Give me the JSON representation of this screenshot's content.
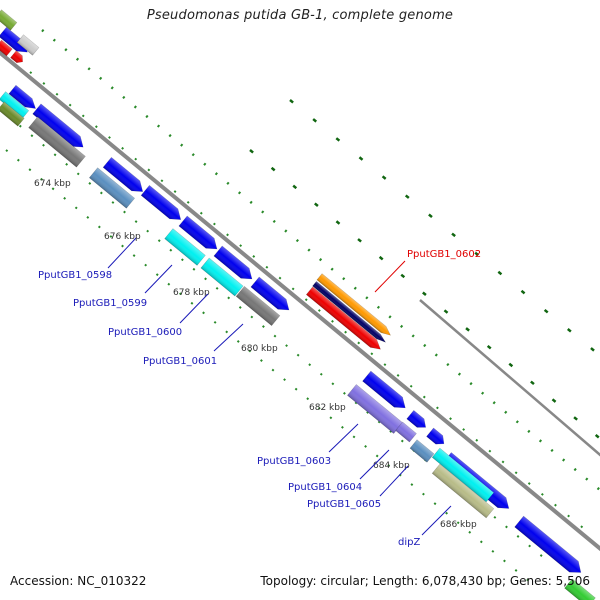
{
  "title": "Pseudomonas putida GB-1, complete genome",
  "footer": {
    "accession": "Accession: NC_010322",
    "topology": "Topology: circular; Length: 6,078,430 bp; Genes: 5,506"
  },
  "ticks": [
    "674 kbp",
    "676 kbp",
    "678 kbp",
    "680 kbp",
    "682 kbp",
    "684 kbp",
    "686 kbp"
  ],
  "gene_labels": [
    {
      "text": "PputGB1_0598",
      "color": "#1a1ab8"
    },
    {
      "text": "PputGB1_0599",
      "color": "#1a1ab8"
    },
    {
      "text": "PputGB1_0600",
      "color": "#1a1ab8"
    },
    {
      "text": "PputGB1_0601",
      "color": "#1a1ab8"
    },
    {
      "text": "PputGB1_0602",
      "color": "#e00000"
    },
    {
      "text": "PputGB1_0603",
      "color": "#1a1ab8"
    },
    {
      "text": "PputGB1_0604",
      "color": "#1a1ab8"
    },
    {
      "text": "PputGB1_0605",
      "color": "#1a1ab8"
    },
    {
      "text": "dipZ",
      "color": "#1a1ab8"
    }
  ],
  "colors": {
    "cds": "#0000ee",
    "rrna_red": "#ee0000",
    "orange": "#ff9900",
    "navy": "#000066",
    "cyan": "#00f0f0",
    "gray": "#777777",
    "purple": "#8070e0",
    "olive": "#b8bc88",
    "backbone": "#888888"
  }
}
